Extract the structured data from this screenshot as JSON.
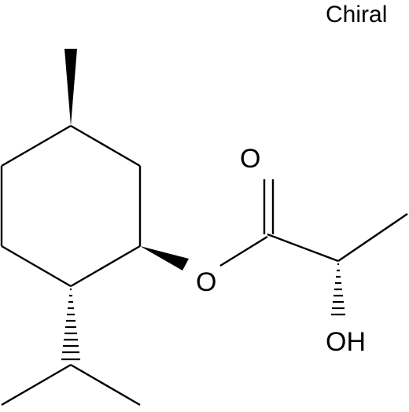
{
  "structure": {
    "chiral_label": "Chiral",
    "atom_labels": {
      "ester_oxygen": "O",
      "carbonyl_oxygen": "O",
      "hydroxyl": "OH"
    },
    "stereo_bonds": {
      "methyl_wedge": "wedge",
      "isopropyl_hash": "hash",
      "ester_oxygen_wedge": "wedge",
      "hydroxyl_hash": "hash"
    },
    "line_color": "#000000",
    "background_color": "#ffffff"
  }
}
